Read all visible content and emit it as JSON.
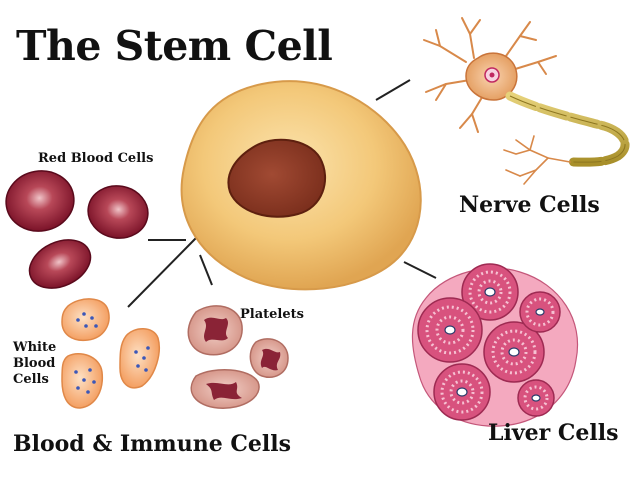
{
  "title": "The Stem Cell",
  "labels": {
    "nerve_cells": "Nerve Cells",
    "liver_cells": "Liver Cells",
    "blood_immune_cells": "Blood & Immune Cells",
    "red_blood_cells": "Red Blood Cells",
    "platelets": "Platelets",
    "white_blood_cells": "White Blood Cells"
  },
  "colors": {
    "stem_cell": "#f0c070",
    "stem_nucleus": "#8c3a26",
    "red_blood_cell": "#8e1f33",
    "white_blood_cell": "#f7a86c",
    "white_blood_granules": "#3b57b8",
    "platelet": "#dba39a",
    "platelet_core": "#8a2336",
    "nerve_cell": "#e8a868",
    "axon_sheath": "#c9b04a",
    "liver_cell": "#d8527e"
  }
}
